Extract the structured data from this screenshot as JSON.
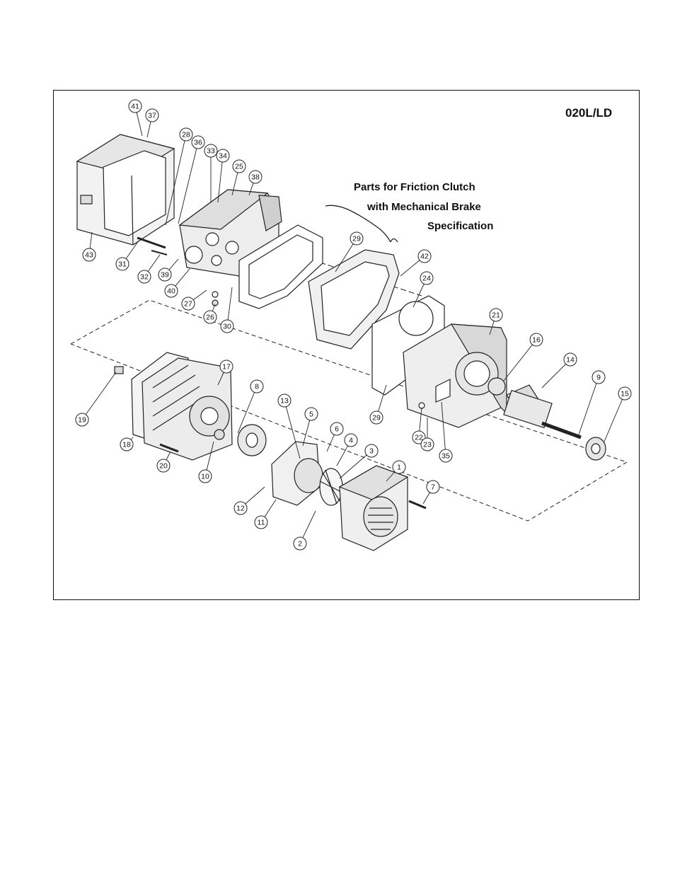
{
  "model": "020L/LD",
  "friction_clutch_note": {
    "line1": "Parts for Friction Clutch",
    "line2": "with Mechanical Brake",
    "line3": "Specification"
  },
  "callouts": [
    {
      "n": "41"
    },
    {
      "n": "37"
    },
    {
      "n": "28"
    },
    {
      "n": "36"
    },
    {
      "n": "33"
    },
    {
      "n": "34"
    },
    {
      "n": "25"
    },
    {
      "n": "38"
    },
    {
      "n": "43"
    },
    {
      "n": "31"
    },
    {
      "n": "32"
    },
    {
      "n": "39"
    },
    {
      "n": "40"
    },
    {
      "n": "27"
    },
    {
      "n": "26"
    },
    {
      "n": "30"
    },
    {
      "n": "29"
    },
    {
      "n": "42"
    },
    {
      "n": "24"
    },
    {
      "n": "21"
    },
    {
      "n": "16"
    },
    {
      "n": "14"
    },
    {
      "n": "9"
    },
    {
      "n": "15"
    },
    {
      "n": "29"
    },
    {
      "n": "22"
    },
    {
      "n": "23"
    },
    {
      "n": "35"
    },
    {
      "n": "17"
    },
    {
      "n": "19"
    },
    {
      "n": "8"
    },
    {
      "n": "18"
    },
    {
      "n": "20"
    },
    {
      "n": "10"
    },
    {
      "n": "13"
    },
    {
      "n": "5"
    },
    {
      "n": "6"
    },
    {
      "n": "4"
    },
    {
      "n": "3"
    },
    {
      "n": "1"
    },
    {
      "n": "7"
    },
    {
      "n": "12"
    },
    {
      "n": "11"
    },
    {
      "n": "2"
    }
  ]
}
